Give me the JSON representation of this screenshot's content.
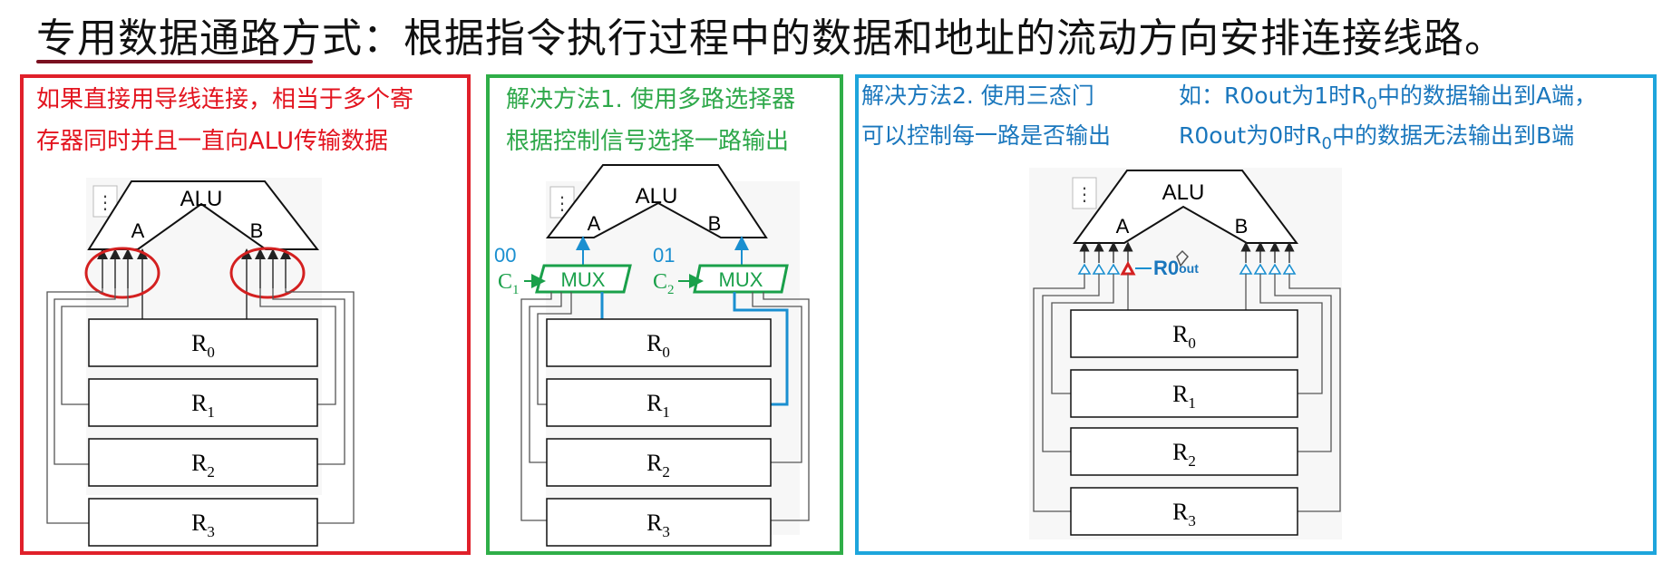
{
  "title": "专用数据通路方式：根据指令执行过程中的数据和地址的流动方向安排连接线路。",
  "colors": {
    "panel1": "#e0202a",
    "panel2": "#2fae48",
    "panel3": "#1ea5dc",
    "title_underline": "#7a1020",
    "mux": "#1aa04a",
    "control_label": "#1a8fd0"
  },
  "panel1": {
    "note_line1": "如果直接用导线连接，相当于多个寄",
    "note_line2": "存器同时并且一直向ALU传输数据"
  },
  "panel2": {
    "note_line1": "解决方法1. 使用多路选择器",
    "note_line2": "根据控制信号选择一路输出",
    "mux_label": "MUX",
    "code_left": "00",
    "code_right": "01",
    "control_left": "C",
    "control_left_sub": "1",
    "control_right": "C",
    "control_right_sub": "2"
  },
  "panel3": {
    "note_line1": "解决方法2. 使用三态门",
    "note_line2": "可以控制每一路是否输出",
    "example": {
      "line1_prefix": "如：R0out为1时R",
      "line1_sub": "0",
      "line1_suffix": "中的数据输出到A端，",
      "line2_prefix": "R0out为0时R",
      "line2_sub": "0",
      "line2_suffix": "中的数据无法输出到B端"
    },
    "signal_label": "R0",
    "signal_sub": "out"
  },
  "alu": {
    "label": "ALU",
    "port_a": "A",
    "port_b": "B"
  },
  "registers": [
    {
      "name": "R",
      "sub": "0"
    },
    {
      "name": "R",
      "sub": "1"
    },
    {
      "name": "R",
      "sub": "2"
    },
    {
      "name": "R",
      "sub": "3"
    }
  ]
}
